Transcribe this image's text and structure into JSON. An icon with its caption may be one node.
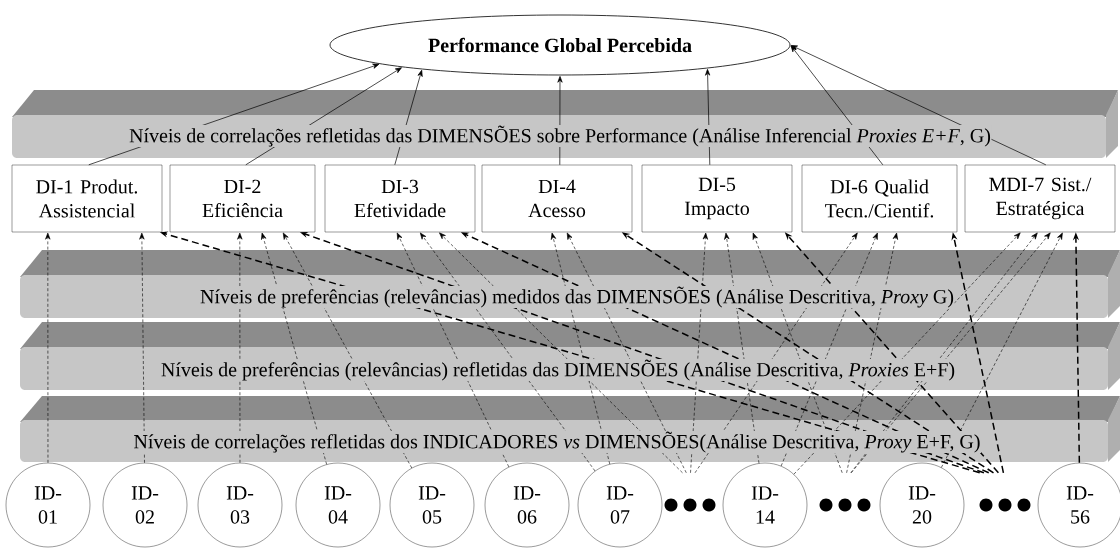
{
  "diagram": {
    "nodes": [
      {
        "text": [
          "Performance Global Percebida"
        ]
      },
      {
        "text": [
          "DI-1 Produt. Assistencial"
        ]
      },
      {
        "text": [
          "DI-2 Eficiência"
        ]
      },
      {
        "text": [
          "DI-3 Efetividade"
        ]
      },
      {
        "text": [
          "DI-4 Acesso"
        ]
      },
      {
        "text": [
          "DI-5 Impacto"
        ]
      },
      {
        "text": [
          "DI-6 Qualid Tecn./Cientif."
        ]
      },
      {
        "text": [
          "MDI-7 Sist./ Estratégica"
        ]
      },
      {
        "text": [
          "ID- 01"
        ]
      },
      {
        "text": [
          "ID- 02"
        ]
      },
      {
        "text": [
          "ID- 03"
        ]
      },
      {
        "text": [
          "ID- 04"
        ]
      },
      {
        "text": [
          "ID- 05"
        ]
      },
      {
        "text": [
          "ID- 06"
        ]
      },
      {
        "text": [
          "ID- 07"
        ]
      },
      {
        "text": [],
        "shape": "dots"
      },
      {
        "text": [
          "ID- 14"
        ]
      },
      {
        "text": [],
        "shape": "dots"
      },
      {
        "text": [
          "ID- 20"
        ]
      },
      {
        "text": [],
        "shape": "dots"
      },
      {
        "text": [
          "ID- 56"
        ]
      }
    ],
    "edges": [
      {
        "from": 1,
        "to": 0,
        "arrow": "to"
      },
      {
        "from": 2,
        "to": 0,
        "arrow": "to"
      },
      {
        "from": 3,
        "to": 0,
        "arrow": "to"
      },
      {
        "from": 4,
        "to": 0,
        "arrow": "to"
      },
      {
        "from": 5,
        "to": 0,
        "arrow": "to"
      },
      {
        "from": 6,
        "to": 0,
        "arrow": "to"
      },
      {
        "from": 7,
        "to": 0,
        "arrow": "to"
      },
      {
        "from": 8,
        "to": 1,
        "arrow": "to",
        "style": "dashed"
      },
      {
        "from": 9,
        "to": 1,
        "arrow": "to",
        "style": "dashed"
      },
      {
        "from": 10,
        "to": 2,
        "arrow": "to",
        "style": "dashed"
      },
      {
        "from": 11,
        "to": 2,
        "arrow": "to",
        "style": "dashed"
      },
      {
        "from": 12,
        "to": 2,
        "arrow": "to",
        "style": "dashed"
      },
      {
        "from": 13,
        "to": 3,
        "arrow": "to",
        "style": "dashed"
      },
      {
        "from": 14,
        "to": 3,
        "arrow": "to",
        "style": "dashed"
      },
      {
        "from": 15,
        "to": 3,
        "arrow": "to",
        "style": "dashed"
      },
      {
        "from": 14,
        "to": 4,
        "arrow": "to",
        "style": "dashed"
      },
      {
        "from": 15,
        "to": 4,
        "arrow": "to",
        "style": "dashed"
      },
      {
        "from": 15,
        "to": 5,
        "arrow": "to",
        "style": "dashed"
      },
      {
        "from": 16,
        "to": 5,
        "arrow": "to",
        "style": "dashed"
      },
      {
        "from": 17,
        "to": 5,
        "arrow": "to",
        "style": "dashed"
      },
      {
        "from": 15,
        "to": 6,
        "arrow": "to",
        "style": "dashed"
      },
      {
        "from": 16,
        "to": 6,
        "arrow": "to",
        "style": "dashed"
      },
      {
        "from": 17,
        "to": 6,
        "arrow": "to",
        "style": "dashed"
      },
      {
        "from": 16,
        "to": 7,
        "arrow": "to",
        "style": "dashed"
      },
      {
        "from": 17,
        "to": 7,
        "arrow": "to",
        "style": "dashed"
      },
      {
        "from": 17,
        "to": 7,
        "arrow": "to",
        "style": "dashed"
      },
      {
        "from": 18,
        "to": 7,
        "arrow": "to",
        "style": "dashed"
      },
      {
        "from": 19,
        "to": 1,
        "arrow": "to",
        "style": "dashed"
      },
      {
        "from": 19,
        "to": 2,
        "arrow": "to",
        "style": "dashed"
      },
      {
        "from": 19,
        "to": 3,
        "arrow": "to",
        "style": "dashed"
      },
      {
        "from": 19,
        "to": 4,
        "arrow": "to",
        "style": "dashed"
      },
      {
        "from": 19,
        "to": 5,
        "arrow": "to",
        "style": "dashed"
      },
      {
        "from": 19,
        "to": 6,
        "arrow": "to",
        "style": "dashed"
      },
      {
        "from": 20,
        "to": 7,
        "arrow": "to",
        "style": "dashed"
      }
    ],
    "labels": [
      "Níveis de correlações refletidas das DIMENSÕES sobre Performance (Análise Inferencial *Proxies E+F*, G)",
      "Níveis de preferências (relevâncias) medidos das DIMENSÕES (Análise Descritiva, *Proxy* G)",
      "Níveis de preferências (relevâncias) refletidas das DIMENSÕES (Análise Descritiva, *Proxies* E+F)",
      "Níveis de correlações refletidas dos INDICADORES *vs* DIMENSÕES(Análise Descritiva, *Proxy* E+F, G)"
    ]
  }
}
